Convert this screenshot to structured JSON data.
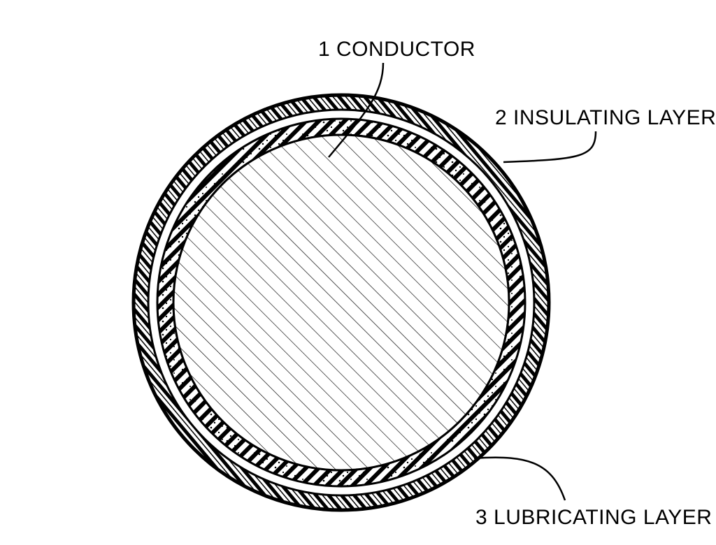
{
  "labels": {
    "conductor": "1 CONDUCTOR",
    "insulating_layer": "2 INSULATING LAYER",
    "lubricating_layer": "3 LUBRICATING LAYER"
  },
  "colors": {
    "ink": "#000000",
    "paper": "#ffffff"
  }
}
